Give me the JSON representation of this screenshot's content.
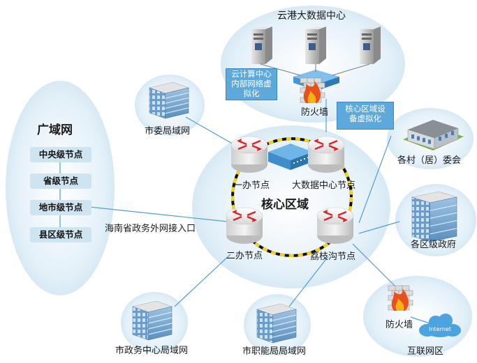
{
  "wan": {
    "title": "广域网",
    "levels": [
      "中央级节点",
      "省级节点",
      "地市级节点",
      "县区级节点"
    ]
  },
  "core": {
    "title": "核心区域",
    "nodes": {
      "n1": "一办节点",
      "big_data": "大数据中心节点",
      "n2": "二办节点",
      "lizhigou": "荔枝沟节点"
    }
  },
  "datacenter": {
    "title": "云港大数据中心",
    "callout": [
      "云计算中心",
      "内部网络虚",
      "拟化"
    ],
    "firewall": "防火墙"
  },
  "core_callout": [
    "核心区域设",
    "备虚拟化"
  ],
  "links": {
    "hainan": "海南省政务外网接入口"
  },
  "sites": {
    "city_committee": "市委局域网",
    "village": "各村（居）委会",
    "district_gov": "各区级政府",
    "gov_center": "市政务中心局域网",
    "functional": "市职能局局域网"
  },
  "internet": {
    "firewall": "防火墙",
    "cloud": "Internet",
    "zone": "互联网区"
  },
  "colors": {
    "ellipse": "#d6e9f4",
    "callout": "#5ea9dc",
    "link": "#4fa0d0",
    "ring_yellow": "#f5d21a",
    "router_red": "#d9262b"
  }
}
